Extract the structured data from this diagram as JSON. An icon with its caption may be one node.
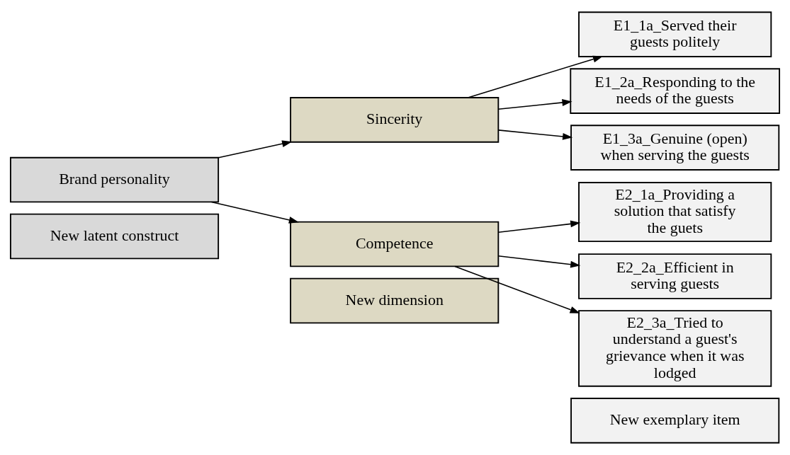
{
  "diagram": {
    "nodes": [
      {
        "text": [
          "New latent construct"
        ]
      },
      {
        "text": [
          "New dimension"
        ]
      },
      {
        "text": [
          "New exemplary item"
        ]
      },
      {
        "text": [
          "Brand personality"
        ]
      },
      {
        "text": [
          "Sincerity"
        ]
      },
      {
        "text": [
          "Competence"
        ]
      },
      {
        "text": [
          "E1_1a_Served their guests politely"
        ]
      },
      {
        "text": [
          "E1_2a_Responding to the needs of the guests"
        ]
      },
      {
        "text": [
          "E1_3a_Genuine (open) when serving the guests"
        ]
      },
      {
        "text": [
          "E2_1a_Providing a solution that satisfy the guets"
        ]
      },
      {
        "text": [
          "E2_2a_Efficient in serving guests"
        ]
      },
      {
        "text": [
          "E2_3a_Tried to understand a guest's grievance when it was lodged"
        ]
      }
    ],
    "edges": [
      {
        "from": 3,
        "to": 4,
        "arrow": "to"
      },
      {
        "from": 3,
        "to": 5,
        "arrow": "to"
      },
      {
        "from": 4,
        "to": 6,
        "arrow": "to"
      },
      {
        "from": 4,
        "to": 7,
        "arrow": "to"
      },
      {
        "from": 4,
        "to": 8,
        "arrow": "to"
      },
      {
        "from": 5,
        "to": 9,
        "arrow": "to"
      },
      {
        "from": 5,
        "to": 10,
        "arrow": "to"
      },
      {
        "from": 5,
        "to": 11,
        "arrow": "to"
      }
    ]
  }
}
